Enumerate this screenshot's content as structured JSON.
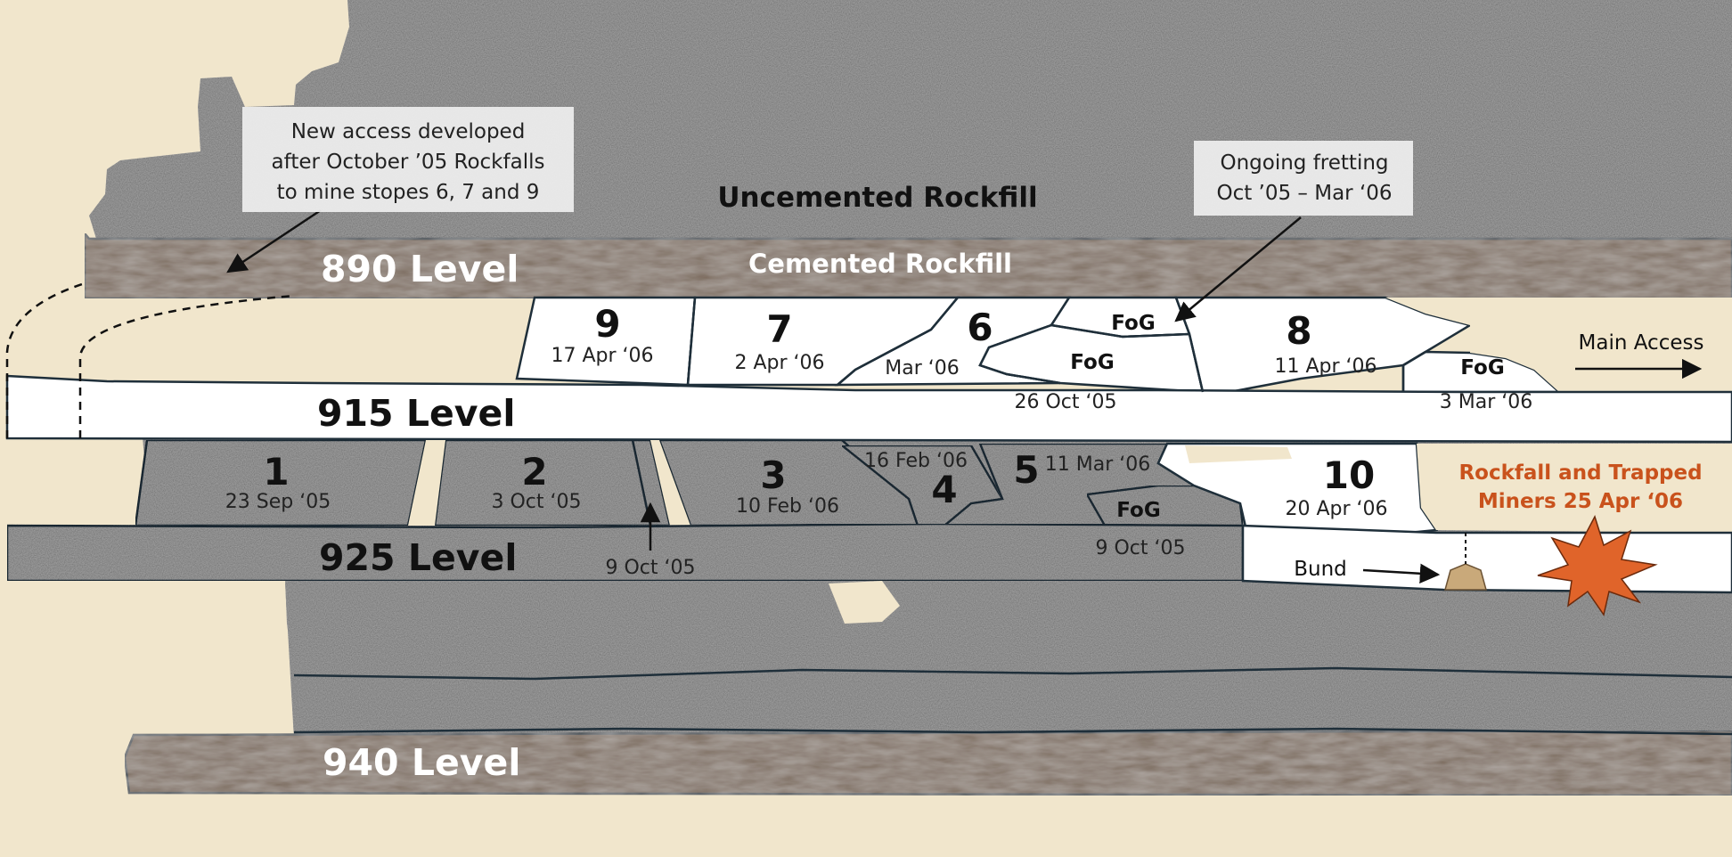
{
  "colors": {
    "background": "#f1e6cc",
    "rock": "#a3a3a3",
    "cemented": "#6f5a47",
    "outline": "#1f2f3a",
    "void": "#ffffff",
    "alert": "#c9521c",
    "burst": "#e0642a"
  },
  "fill_labels": {
    "uncemented": "Uncemented Rockfill",
    "cemented": "Cemented Rockfill"
  },
  "levels": {
    "l890": "890 Level",
    "l915": "915 Level",
    "l925": "925 Level",
    "l940": "940 Level"
  },
  "stopes": [
    {
      "id": "1",
      "date": "23 Sep ‘2005"
    },
    {
      "id": "2",
      "date": "3 Oct ‘05"
    },
    {
      "id": "3",
      "date": "10 Feb ‘06"
    },
    {
      "id": "4",
      "date": "16 Feb ‘06"
    },
    {
      "id": "5",
      "date": "11 Mar ‘06"
    },
    {
      "id": "6",
      "date": "Mar ‘06"
    },
    {
      "id": "7",
      "date": "2 Apr ‘06"
    },
    {
      "id": "8",
      "date": "11 Apr ‘06"
    },
    {
      "id": "9",
      "date": "17 Apr ‘06"
    },
    {
      "id": "10",
      "date": "20 Apr ‘06"
    }
  ],
  "fog_events": [
    {
      "label": "FoG",
      "date": ""
    },
    {
      "label": "FoG",
      "date": "26 Oct ‘05"
    },
    {
      "label": "FoG",
      "date": "3 Mar ‘06"
    },
    {
      "label": "FoG",
      "date": "9 Oct ‘05"
    }
  ],
  "annotations": {
    "new_access": [
      "New access developed",
      "after October ’05 Rockfalls",
      "to mine stopes 6, 7 and 9"
    ],
    "fretting": [
      "Ongoing fretting",
      "Oct ’05 – Mar ‘06"
    ],
    "pillar_date": "9 Oct ‘05",
    "main_access": "Main Access",
    "bund": "Bund",
    "rockfall": [
      "Rockfall and Trapped",
      "Miners 25 Apr ‘06"
    ]
  }
}
